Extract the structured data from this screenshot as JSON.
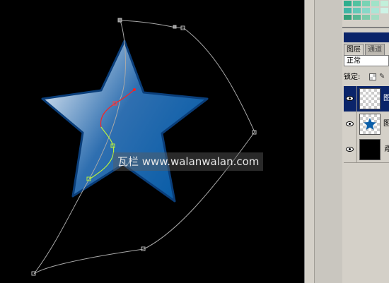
{
  "canvas": {
    "background": "#000000",
    "star": {
      "fill_light": "#ffffff",
      "fill_dark": "#0b5ea8",
      "stroke": "#0a3e7a"
    },
    "path_colors": {
      "outline": "#a8a8a8",
      "red": "#ff2020",
      "green": "#b8f040"
    },
    "watermark_text": "瓦栏 www.walanwalan.com"
  },
  "layers_panel": {
    "tabs": [
      "图层",
      "通道"
    ],
    "blend_mode": "正常",
    "lock_label": "锁定:",
    "layers": [
      {
        "name": "图",
        "thumb": "transparent",
        "selected": true
      },
      {
        "name": "图",
        "thumb": "star",
        "selected": false
      },
      {
        "name": "背",
        "thumb": "black",
        "selected": false
      }
    ]
  },
  "swatches": [
    "#2fae8e",
    "#52c2a0",
    "#78d3b4",
    "#9fe3c8",
    "#c2f0da",
    "#3fb5a5",
    "#62c9b8",
    "#86d8c8",
    "#a9e6d6",
    "#cdf3e6",
    "#33a07a",
    "#58b894",
    "#7ccbaa",
    "#a3dcc2"
  ]
}
